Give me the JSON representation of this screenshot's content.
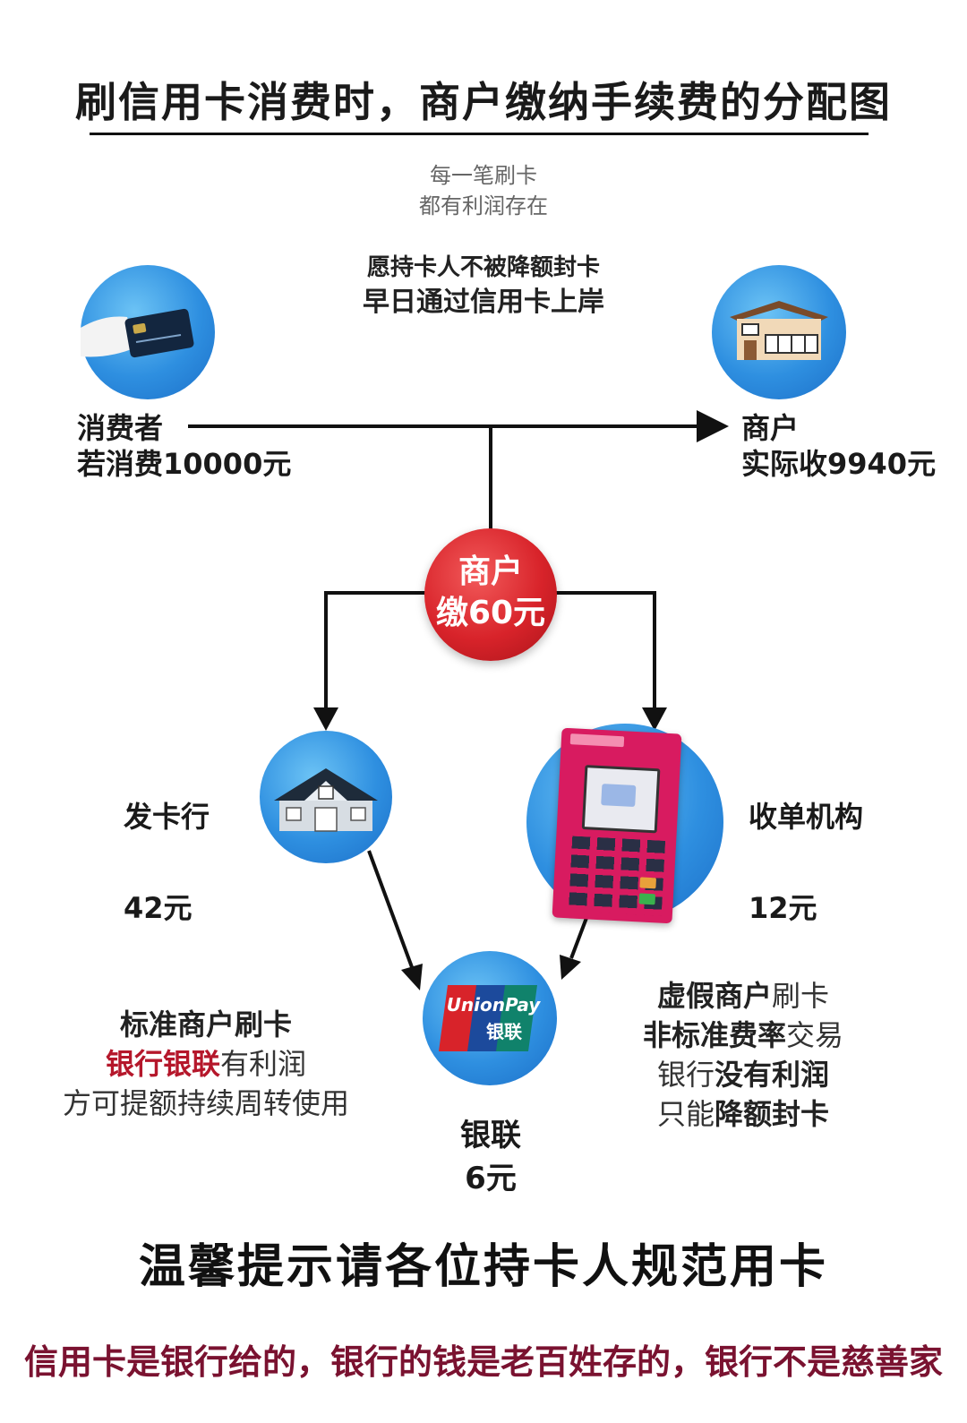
{
  "title": "刷信用卡消费时，商户缴纳手续费的分配图",
  "subtitle": [
    "每一笔刷卡",
    "都有利润存在"
  ],
  "wish": [
    "愿持卡人不被降额封卡",
    "早日通过信用卡上岸"
  ],
  "consumer": {
    "name": "消费者",
    "amount": "若消费10000元"
  },
  "merchant": {
    "name": "商户",
    "amount": "实际收9940元"
  },
  "fee": {
    "line1": "商户",
    "line2": "缴60元"
  },
  "issuer": {
    "name": "发卡行",
    "amount": "42元"
  },
  "acquirer": {
    "name": "收单机构",
    "amount": "12元"
  },
  "unionpay": {
    "name": "银联",
    "amount": "6元",
    "logo_en": "UnionPay",
    "logo_cn": "银联"
  },
  "left_note": {
    "l1": "标准商户刷卡",
    "l2a": "银行银联",
    "l2b": "有利润",
    "l3": "方可提额持续周转使用"
  },
  "right_note": {
    "l1a": "虚假商户",
    "l1b": "刷卡",
    "l2a": "非标准费率",
    "l2b": "交易",
    "l3a": "银行",
    "l3b": "没有利润",
    "l4a": "只能",
    "l4b": "降额封卡"
  },
  "warning": "温馨提示请各位持卡人规范用卡",
  "footer": "信用卡是银行给的，银行的钱是老百姓存的，银行不是慈善家",
  "colors": {
    "accent_red": "#d8232a",
    "circle_blue": "#2e8fe0",
    "footer_text": "#7a1230",
    "note_red": "#b5172b",
    "pos_pink": "#d81b60"
  }
}
